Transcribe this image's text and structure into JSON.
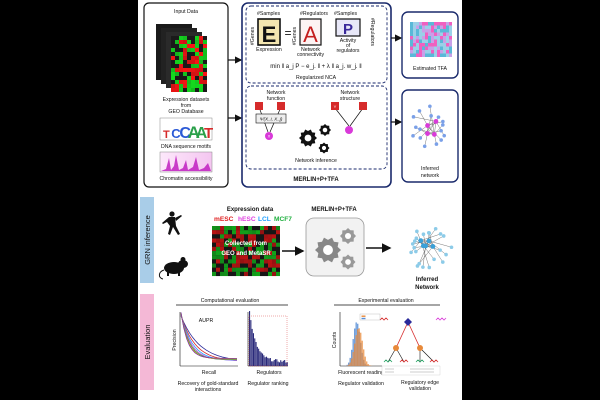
{
  "top": {
    "input_title": "Input Data",
    "expr_caption": [
      "Expression datasets",
      "from",
      "GEO Database"
    ],
    "motif_caption": "DNA sequence motifs",
    "motif_letters": "TCCAAT",
    "chromatin_caption": "Chromatin accessibility",
    "nca": {
      "samples_left": "#Samples",
      "regulators_mid": "#Regulators",
      "samples_right": "#Samples",
      "genes_left": "#Genes",
      "genes_mid": "#Genes",
      "regulators_right": "#Regulators",
      "letter_e": "E",
      "letter_a": "A",
      "letter_p": "P",
      "eq": "=",
      "expression": "Expression",
      "network_conn": [
        "Network",
        "connectivity"
      ],
      "activity": [
        "Activity",
        "of",
        "regulators"
      ],
      "formula": "min ‖ a_j P − e_j. ‖ + λ ‖ a_j. w_j. ‖",
      "title": "Regularized NCA"
    },
    "netinf": {
      "function_label": [
        "Network",
        "function"
      ],
      "structure_label": [
        "Network",
        "structure"
      ],
      "formula": "Ψ(X_i, X_j)",
      "node_y": "Y",
      "node_x": "X",
      "title": "Network inference"
    },
    "method_title": "MERLIN+P+TFA",
    "estimated_tfa": "Estimated TFA",
    "inferred_network": [
      "Inferred",
      "network"
    ]
  },
  "grn": {
    "side_label": "GRN inference",
    "expr_title": "Expression data",
    "cells": [
      {
        "name": "mESC",
        "color": "#e02020"
      },
      {
        "name": "hESC",
        "color": "#e040e0"
      },
      {
        "name": "LCL",
        "color": "#20a0ff"
      },
      {
        "name": "MCF7",
        "color": "#20b040"
      }
    ],
    "collected": [
      "Collected from",
      "GEO and MetaSR"
    ],
    "method": "MERLIN+P+TFA",
    "inferred": [
      "Inferred",
      "Network"
    ]
  },
  "evaluation": {
    "side_label": "Evaluation",
    "comp_title": "Computational evaluation",
    "exp_title": "Experimental evaluation",
    "aupr": "AUPR",
    "precision": "Precision",
    "recall": "Recall",
    "regulators_axis": "Regulators",
    "count_axis": "Counts",
    "fluor_axis": "Fluorescent reading",
    "captions": {
      "recovery": [
        "Recovery of gold-standard",
        "interactions"
      ],
      "ranking": "Regulator ranking",
      "validation": "Regulator validation",
      "edge": [
        "Regulatory edge",
        "validation"
      ]
    }
  },
  "colors": {
    "navy": "#1a2a6c",
    "lightblue": "#a9cde8",
    "pink": "#f4b8d6",
    "node_red": "#d62b2b",
    "node_magenta": "#d93ad9"
  }
}
